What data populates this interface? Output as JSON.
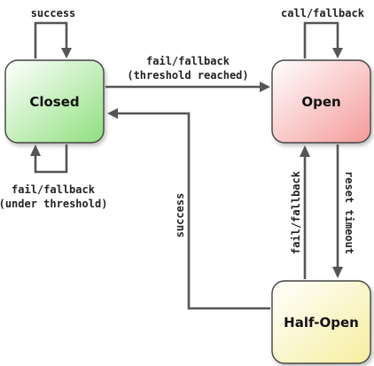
{
  "states": {
    "closed": {
      "label": "Closed"
    },
    "open": {
      "label": "Open"
    },
    "half_open": {
      "label": "Half-Open"
    }
  },
  "transitions": {
    "closed_self_success": "success",
    "open_self": "call/fallback",
    "closed_to_open_line1": "fail/fallback",
    "closed_to_open_line2": "(threshold reached)",
    "closed_self_fail_line1": "fail/fallback",
    "closed_self_fail_line2": "(under threshold)",
    "half_open_to_closed": "success",
    "half_open_to_open": "fail/fallback",
    "open_to_half_open": "reset timeout"
  },
  "colors": {
    "closed_fill": "#9ee68e",
    "open_fill": "#f7a8a8",
    "half_open_fill": "#f9f3b0",
    "edge": "#555555"
  }
}
